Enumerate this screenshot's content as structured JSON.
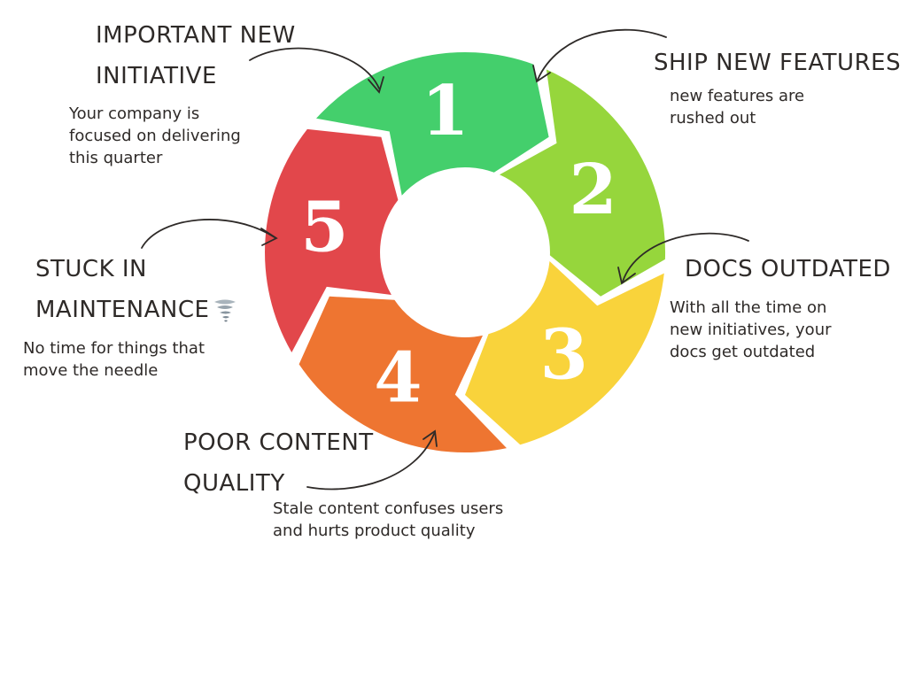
{
  "steps": [
    {
      "number": "1",
      "title_line1": "IMPORTANT NEW",
      "title_line2": "INITIATIVE",
      "description_line1": "Your company is",
      "description_line2": "focused on delivering",
      "description_line3": "this quarter",
      "color": "#44cf6c"
    },
    {
      "number": "2",
      "title_line1": "SHIP NEW FEATURES",
      "description_line1": "new features are",
      "description_line2": "rushed out",
      "color": "#96d63c"
    },
    {
      "number": "3",
      "title_line1": "DOCS OUTDATED",
      "description_line1": "With all the time on",
      "description_line2": "new initiatives, your",
      "description_line3": "docs get outdated",
      "color": "#f9d33b"
    },
    {
      "number": "4",
      "title_line1": "POOR CONTENT",
      "title_line2": "QUALITY",
      "description_line1": "Stale content confuses users",
      "description_line2": "and hurts product quality",
      "color": "#ee7531"
    },
    {
      "number": "5",
      "title_line1": "STUCK IN",
      "title_line2": "MAINTENANCE",
      "description_line1": "No time for things that",
      "description_line2": "move the needle",
      "icon": "tornado-icon",
      "color": "#e2474b"
    }
  ]
}
